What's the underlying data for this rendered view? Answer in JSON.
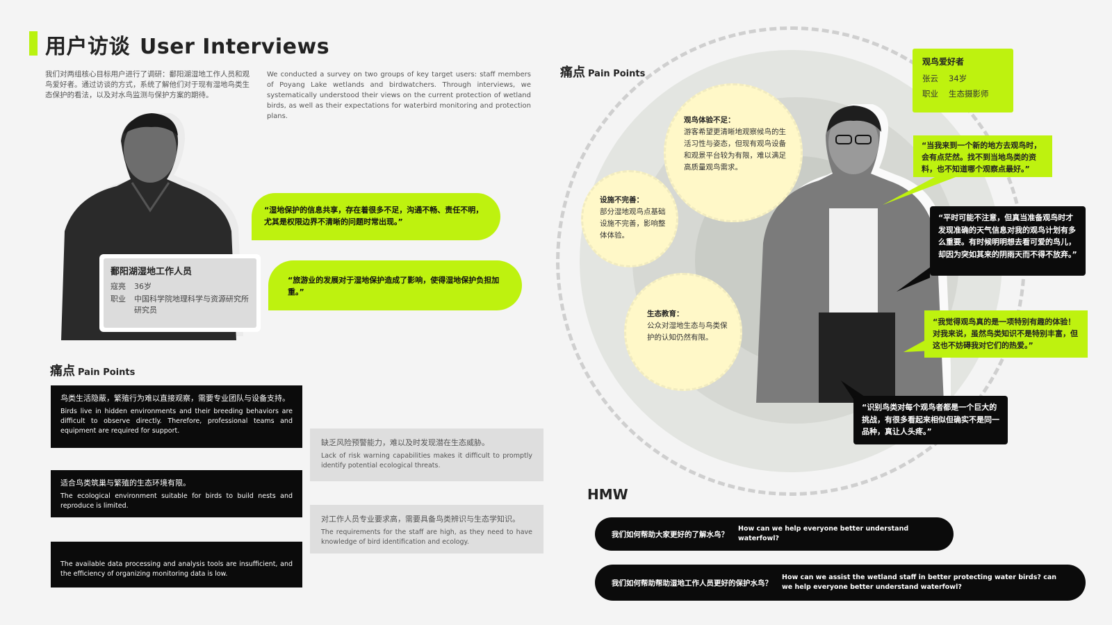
{
  "header": {
    "title_cn": "用户访谈",
    "title_en": "User Interviews"
  },
  "intro": {
    "cn": "我们对两组核心目标用户进行了调研：鄱阳湖湿地工作人员和观鸟爱好者。通过访谈的方式，系统了解他们对于现有湿地鸟类生态保护的看法，以及对水鸟监测与保护方案的期待。",
    "en": "We conducted a survey on two groups of key target users: staff members of Poyang Lake wetlands and birdwatchers. Through interviews, we systematically understood their views on the current protection of wetland birds, as well as their expectations for waterbird monitoring and protection plans."
  },
  "persona1": {
    "title": "鄱阳湖湿地工作人员",
    "name": "寇亮",
    "age": "36岁",
    "job_label": "职业",
    "job": "中国科学院地理科学与资源研究所研究员"
  },
  "persona1_quotes": [
    "“湿地保护的信息共享，存在着很多不足，沟通不畅、责任不明，尤其是权限边界不清晰的问题时常出现。”",
    "“旅游业的发展对于湿地保护造成了影响，使得湿地保护负担加重。”"
  ],
  "pain_points_left": {
    "label_cn": "痛点",
    "label_en": "Pain Points",
    "black_boxes": [
      {
        "cn": "鸟类生活隐蔽，繁殖行为难以直接观察，需要专业团队与设备支持。",
        "en": "Birds live in hidden environments and their breeding behaviors are difficult to observe directly. Therefore, professional teams and equipment are required for support."
      },
      {
        "cn": "适合鸟类筑巢与繁殖的生态环境有限。",
        "en": "The ecological environment suitable for birds to build nests and reproduce is limited."
      },
      {
        "cn": "",
        "en": "The available data processing and analysis tools are insufficient, and the efficiency of organizing monitoring data is low."
      }
    ],
    "grey_boxes": [
      {
        "cn": "缺乏风险预警能力，难以及时发现潜在生态威胁。",
        "en": "Lack of risk warning capabilities makes it difficult to promptly identify potential ecological threats."
      },
      {
        "cn": "对工作人员专业要求高，需要具备鸟类辨识与生态学知识。",
        "en": "The requirements for the staff are high, as they need to have knowledge of bird identification and ecology."
      }
    ]
  },
  "pain_points_right": {
    "label_cn": "痛点",
    "label_en": "Pain Points",
    "circles": [
      {
        "title": "观鸟体验不足：",
        "body": "游客希望更清晰地观察候鸟的生活习性与姿态，但现有观鸟设备和观景平台较为有限，难以满足高质量观鸟需求。"
      },
      {
        "title": "设施不完善：",
        "body": "部分湿地观鸟点基础设施不完善，影响整体体验。"
      },
      {
        "title": "生态教育：",
        "body": "公众对湿地生态与鸟类保护的认知仍然有限。"
      }
    ]
  },
  "persona2": {
    "title": "观鸟爱好者",
    "name": "张云",
    "age": "34岁",
    "job_label": "职业",
    "job": "生态摄影师"
  },
  "persona2_quotes": {
    "green": [
      "“当我来到一个新的地方去观鸟时，会有点茫然。找不到当地鸟类的资料，也不知道哪个观察点最好。”",
      "“我觉得观鸟真的是一项特别有趣的体验！对我来说，虽然鸟类知识不是特别丰富，但这也不妨碍我对它们的热爱。”"
    ],
    "black": [
      "“平时可能不注意，但真当准备观鸟时才发现准确的天气信息对我的观鸟计划有多么重要。有时候明明想去看可爱的鸟儿，却因为突如其来的阴雨天而不得不放弃。”",
      "“识别鸟类对每个观鸟者都是一个巨大的挑战，有很多看起来相似但确实不是同一品种，真让人头疼。”"
    ]
  },
  "hmw": {
    "label": "HMW",
    "items": [
      {
        "cn": "我们如何帮助大家更好的了解水鸟？",
        "en": "How can we help everyone better understand waterfowl?"
      },
      {
        "cn": "我们如何帮助帮助湿地工作人员更好的保护水鸟？",
        "en": "How can we assist the wetland staff in better protecting water birds? can we help everyone better understand waterfowl?"
      }
    ]
  },
  "colors": {
    "accent": "#bef20f",
    "dark": "#0b0b0b",
    "circle": "#fff8c8"
  }
}
